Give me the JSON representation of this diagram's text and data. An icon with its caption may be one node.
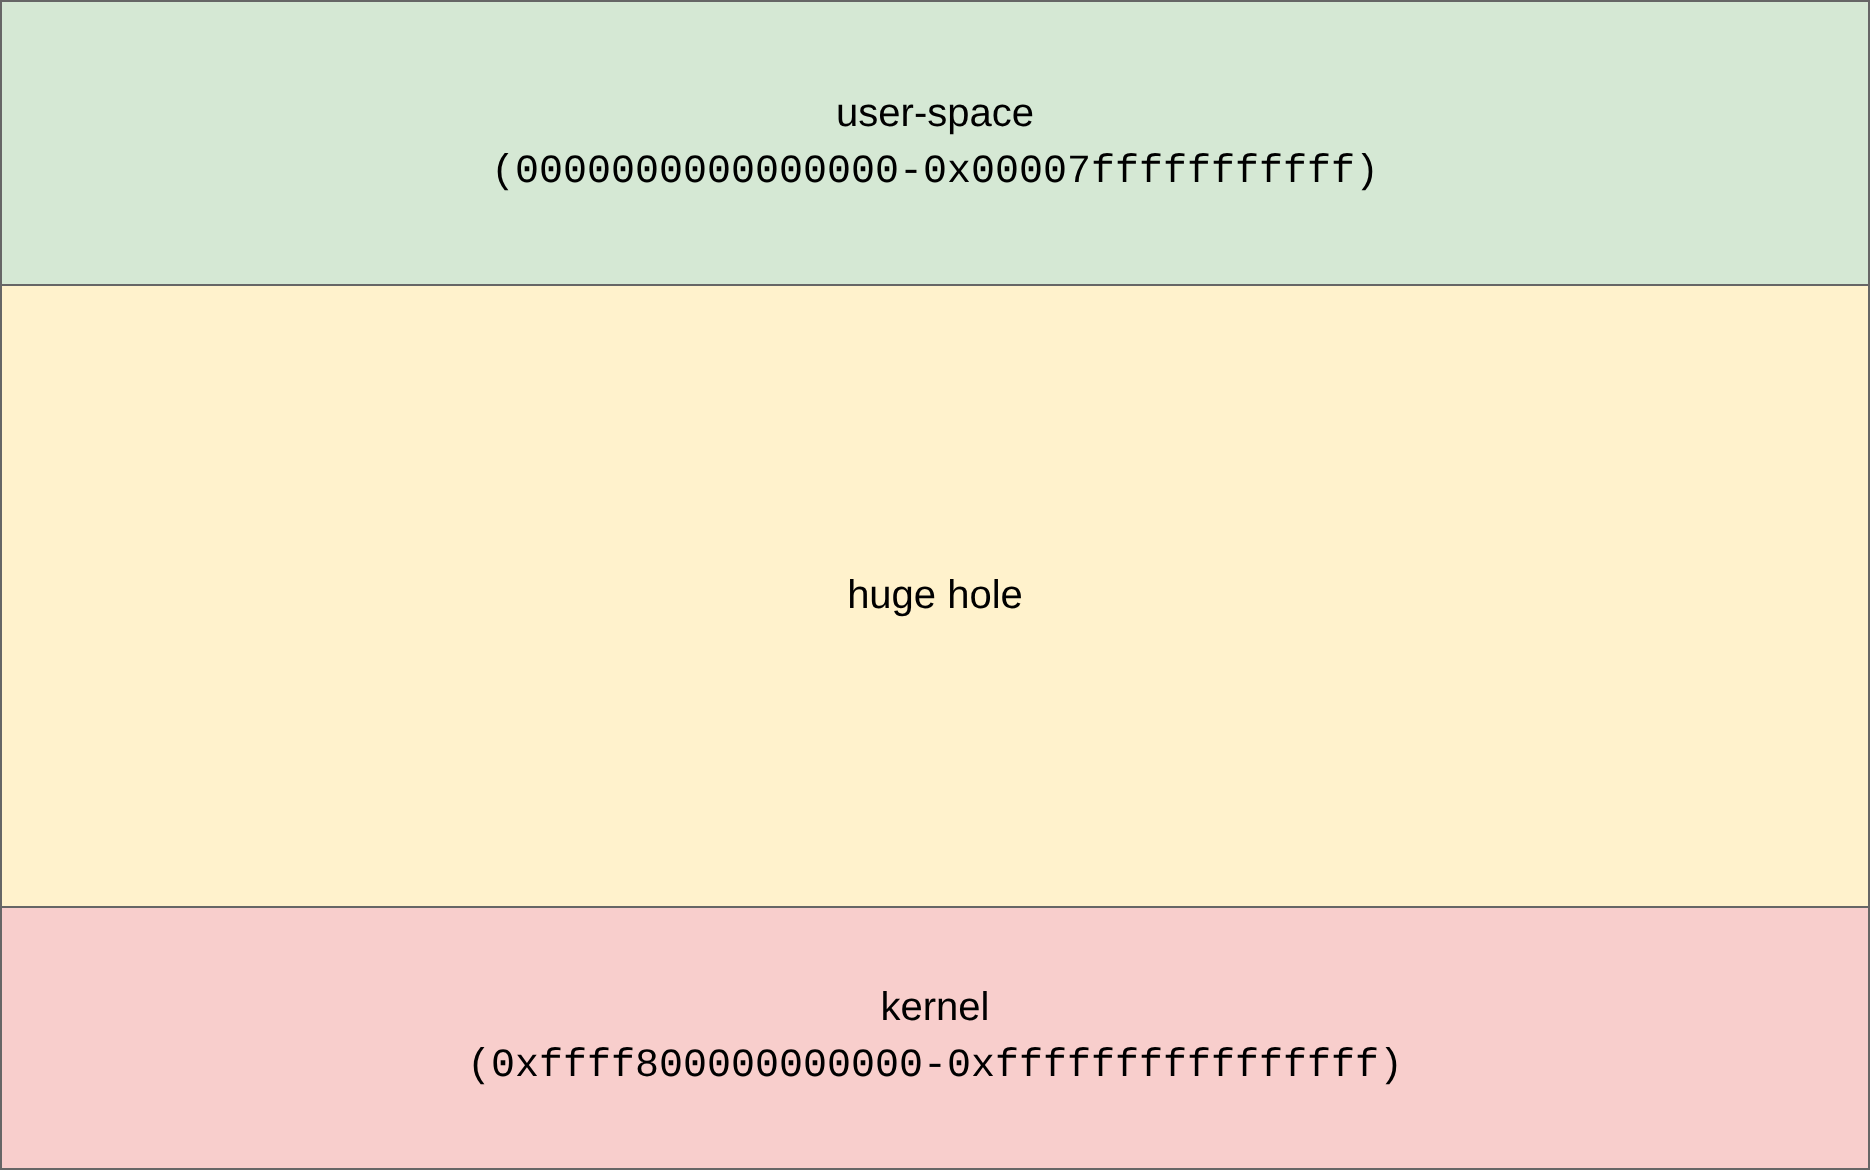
{
  "diagram": {
    "nodes": [
      {
        "text": [
          "user-space",
          "(0000000000000000-0x00007fffffffffff)"
        ]
      },
      {
        "text": [
          "huge hole"
        ]
      },
      {
        "text": [
          "kernel",
          "(0xffff800000000000-0xffffffffffffffff)"
        ]
      }
    ]
  }
}
